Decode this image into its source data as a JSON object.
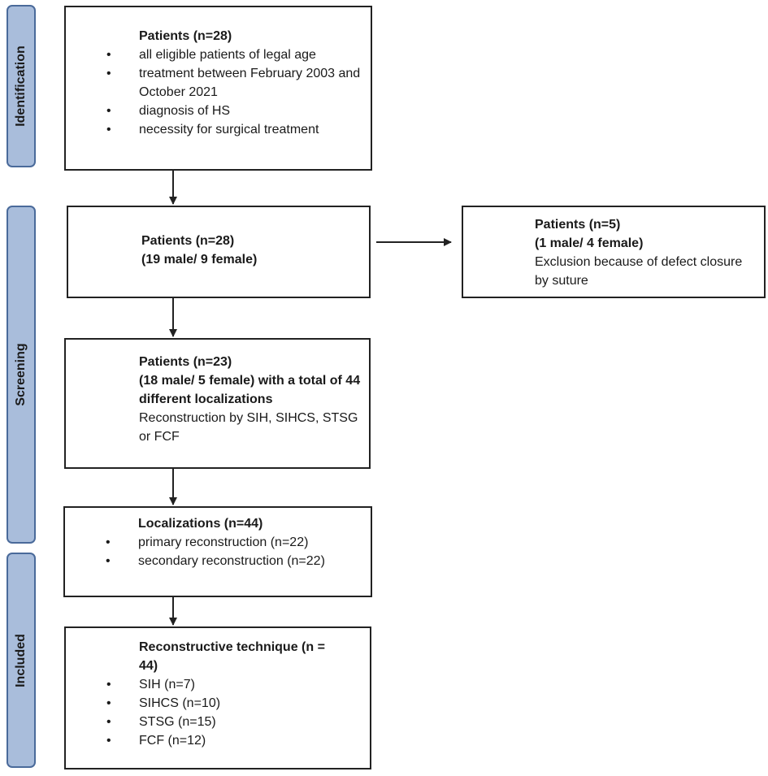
{
  "stages": {
    "identification": "Identification",
    "screening": "Screening",
    "included": "Included"
  },
  "box1": {
    "title": "Patients (n=28)",
    "items": [
      "all eligible patients of legal age",
      "treatment between February 2003 and October 2021",
      "diagnosis of HS",
      "necessity for surgical treatment"
    ]
  },
  "box2": {
    "line1": "Patients (n=28)",
    "line2": "(19 male/ 9 female)"
  },
  "box_exclusion": {
    "line1": "Patients (n=5)",
    "line2": "(1 male/ 4 female)",
    "line3": "Exclusion because of defect closure by suture"
  },
  "box3": {
    "line1": "Patients (n=23)",
    "line2": "(18 male/ 5 female) with a total of 44 different localizations",
    "line3": "Reconstruction by SIH, SIHCS, STSG or FCF"
  },
  "box4": {
    "title": "Localizations (n=44)",
    "items": [
      "primary reconstruction (n=22)",
      "secondary reconstruction (n=22)"
    ]
  },
  "box5": {
    "title": "Reconstructive technique (n = 44)",
    "items": [
      "SIH (n=7)",
      "SIHCS (n=10)",
      "STSG (n=15)",
      "FCF (n=12)"
    ]
  }
}
